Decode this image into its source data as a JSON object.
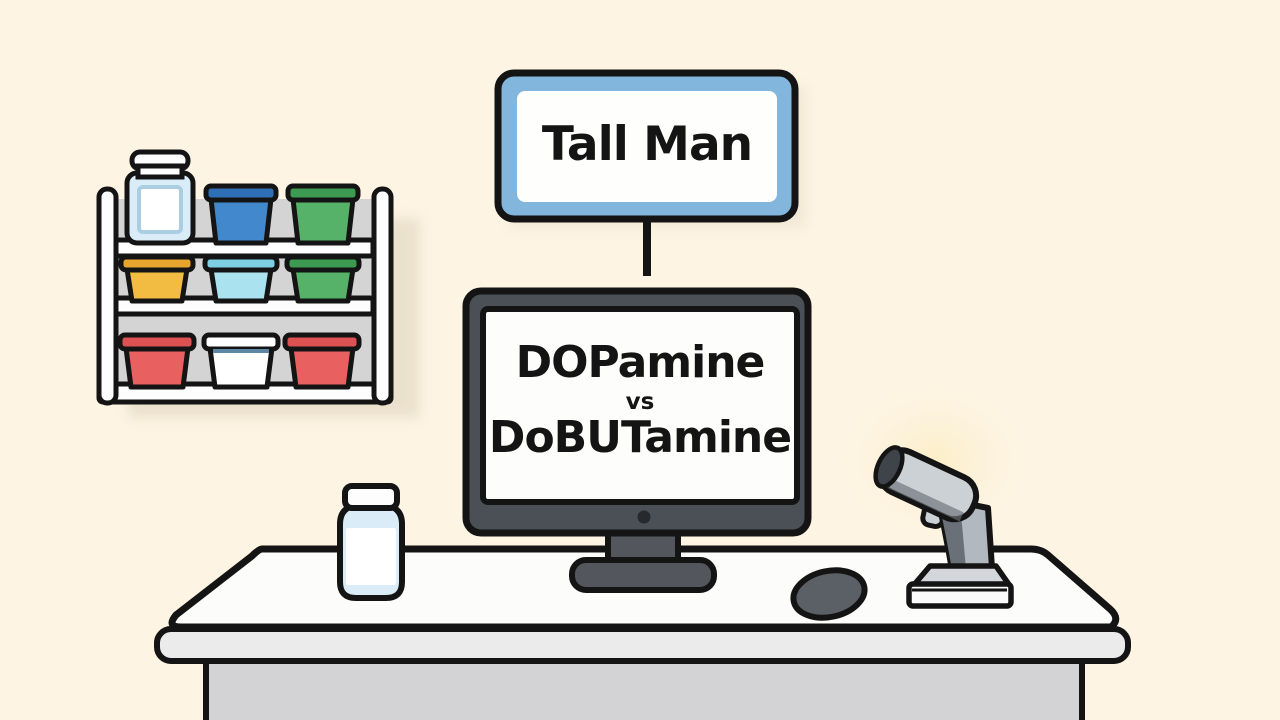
{
  "background_color": "#fdf4e3",
  "outline_color": "#141414",
  "shadow_color": "#d9cfb8",
  "sign": {
    "label": "Tall Man",
    "frame_color": "#82b6dc",
    "face_color": "#fefefc",
    "text_color": "#141414"
  },
  "monitor": {
    "line1": "DOPamine",
    "line2": "vs",
    "line3": "DoBUTamine",
    "bezel_color": "#4b5056",
    "stand_color": "#53575d",
    "screen_color": "#fdfdfb",
    "camera_dot_color": "#26292e",
    "text_color": "#141414"
  },
  "shelf": {
    "panel_color": "#d4d4d4",
    "frame_color": "#fdfdfd",
    "rows": [
      {
        "position": "top",
        "items": [
          "medicine-jar",
          "blue-tub",
          "green-tub"
        ]
      },
      {
        "position": "middle",
        "items": [
          "yellow-tub",
          "cyan-tub",
          "green-tub"
        ]
      },
      {
        "position": "bottom",
        "items": [
          "red-tub",
          "white-tub",
          "red-tub"
        ]
      }
    ],
    "item_colors": {
      "jar_cap": "#fdfdfd",
      "jar_body": "#d9ecf8",
      "jar_label": "#ffffff",
      "jar_label_border": "#a9cde1",
      "blue_rim": "#2f6fb7",
      "blue_body": "#4189cc",
      "green_rim": "#3c9b51",
      "green_body": "#56b268",
      "yellow_rim": "#e8a52e",
      "yellow_body": "#f2bc43",
      "cyan_rim": "#7fcfe3",
      "cyan_body": "#abe2ef",
      "red_rim": "#dc5151",
      "red_body": "#e96060",
      "white_body": "#ffffff",
      "white_rim_line": "#5d87a3"
    }
  },
  "desk": {
    "top_color": "#fcfcfa",
    "apron_color": "#ebebeb",
    "front_color": "#d3d3d5"
  },
  "vial": {
    "cap_color": "#fdfdfd",
    "body_color": "#d9ecf8",
    "label_color": "#ffffff"
  },
  "mouse": {
    "body_color": "#5b6066"
  },
  "scanner": {
    "head_color": "#ccd1d6",
    "handle_color": "#b2b8bf",
    "shade_color": "#6a7077",
    "tip_color": "#3f444a",
    "pedestal_color": "#d3d7db",
    "base_color": "#fbfbfb",
    "glow_color": "#fbedc0"
  }
}
